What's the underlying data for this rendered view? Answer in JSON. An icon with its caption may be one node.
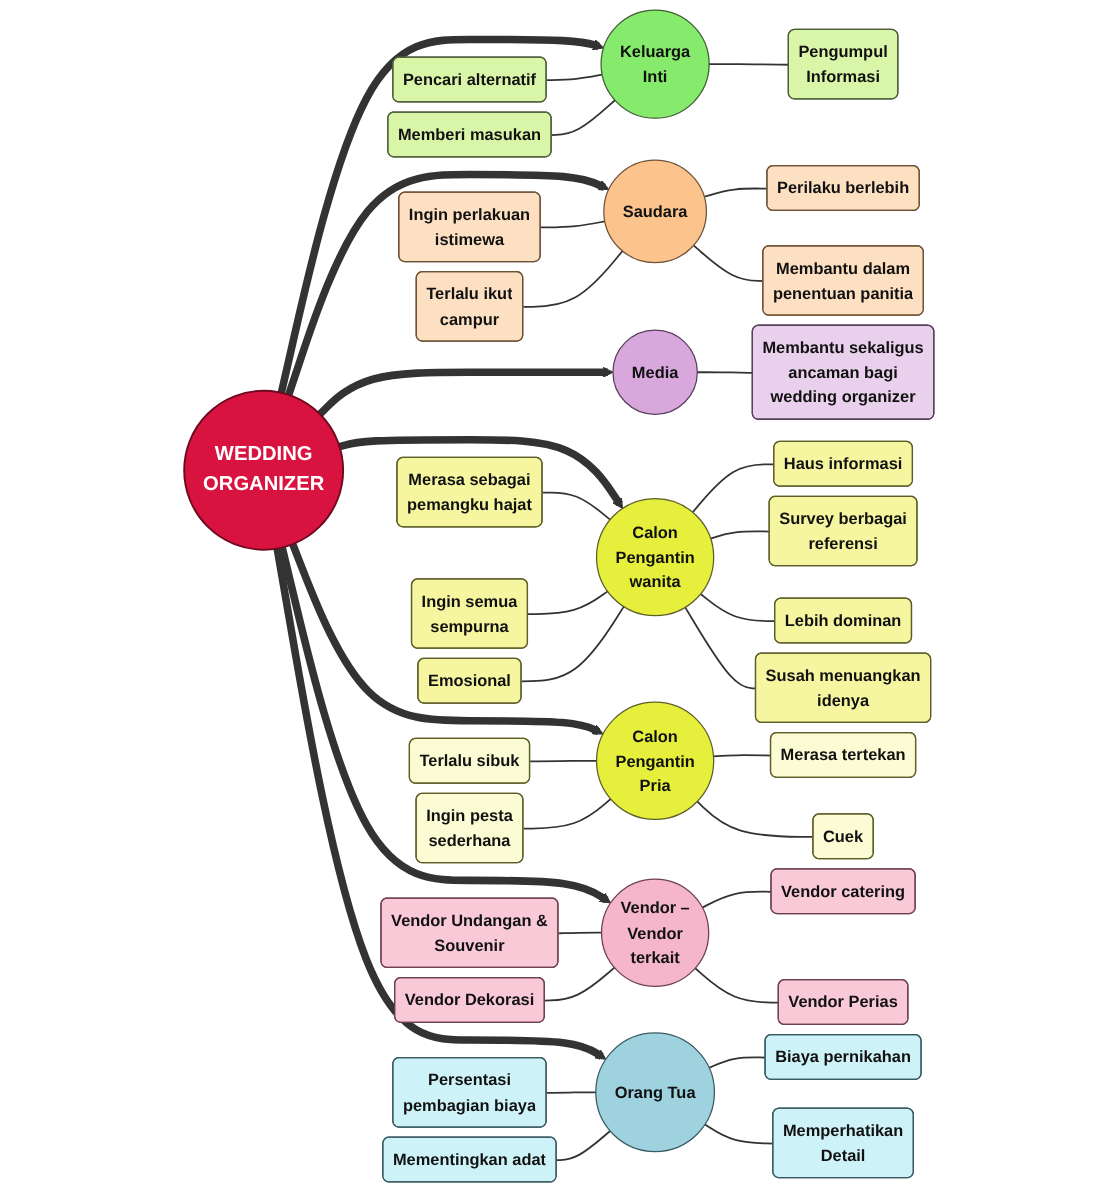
{
  "diagram": {
    "nodes": [
      {
        "text": [
          "WEDDING ORGANIZER"
        ]
      },
      {
        "text": [
          "Keluarga Inti"
        ]
      },
      {
        "text": [
          "Pencari alternatif"
        ]
      },
      {
        "text": [
          "Memberi masukan"
        ]
      },
      {
        "text": [
          "Pengumpul Informasi"
        ]
      },
      {
        "text": [
          "Saudara"
        ]
      },
      {
        "text": [
          "Ingin perlakuan istimewa"
        ]
      },
      {
        "text": [
          "Terlalu ikut campur"
        ]
      },
      {
        "text": [
          "Perilaku berlebih"
        ]
      },
      {
        "text": [
          "Membantu dalam penentuan panitia"
        ]
      },
      {
        "text": [
          "Media"
        ]
      },
      {
        "text": [
          "Membantu sekaligus ancaman bagi wedding organizer"
        ]
      },
      {
        "text": [
          "Calon Pengantin wanita"
        ]
      },
      {
        "text": [
          "Haus informasi"
        ]
      },
      {
        "text": [
          "Survey berbagai referensi"
        ]
      },
      {
        "text": [
          "Lebih dominan"
        ]
      },
      {
        "text": [
          "Susah menuangkan idenya"
        ]
      },
      {
        "text": [
          "Merasa sebagai pemangku hajat"
        ]
      },
      {
        "text": [
          "Ingin semua sempurna"
        ]
      },
      {
        "text": [
          "Emosional"
        ]
      },
      {
        "text": [
          "Calon Pengantin Pria"
        ]
      },
      {
        "text": [
          "Terlalu sibuk"
        ]
      },
      {
        "text": [
          "Ingin pesta sederhana"
        ]
      },
      {
        "text": [
          "Merasa tertekan"
        ]
      },
      {
        "text": [
          "Cuek"
        ]
      },
      {
        "text": [
          "Vendor – Vendor terkait"
        ]
      },
      {
        "text": [
          "Vendor Undangan & Souvenir"
        ]
      },
      {
        "text": [
          "Vendor Dekorasi"
        ]
      },
      {
        "text": [
          "Vendor catering"
        ]
      },
      {
        "text": [
          "Vendor Perias"
        ]
      },
      {
        "text": [
          "Orang Tua"
        ]
      },
      {
        "text": [
          "Persentasi pembagian biaya"
        ]
      },
      {
        "text": [
          "Mementingkan adat"
        ]
      },
      {
        "text": [
          "Biaya pernikahan"
        ]
      },
      {
        "text": [
          "Memperhatikan Detail"
        ]
      }
    ],
    "edges": [
      {
        "from": 0,
        "to": 1,
        "arrow": "to",
        "style": "thick"
      },
      {
        "from": 2,
        "to": 1,
        "arrow": "none"
      },
      {
        "from": 3,
        "to": 1,
        "arrow": "none"
      },
      {
        "from": 1,
        "to": 4,
        "arrow": "none"
      },
      {
        "from": 0,
        "to": 5,
        "arrow": "to",
        "style": "thick"
      },
      {
        "from": 6,
        "to": 5,
        "arrow": "none"
      },
      {
        "from": 7,
        "to": 5,
        "arrow": "none"
      },
      {
        "from": 5,
        "to": 8,
        "arrow": "none"
      },
      {
        "from": 5,
        "to": 9,
        "arrow": "none"
      },
      {
        "from": 0,
        "to": 10,
        "arrow": "to",
        "style": "thick"
      },
      {
        "from": 10,
        "to": 11,
        "arrow": "none"
      },
      {
        "from": 0,
        "to": 12,
        "arrow": "to",
        "style": "thick"
      },
      {
        "from": 12,
        "to": 13,
        "arrow": "none"
      },
      {
        "from": 12,
        "to": 14,
        "arrow": "none"
      },
      {
        "from": 12,
        "to": 15,
        "arrow": "none"
      },
      {
        "from": 12,
        "to": 16,
        "arrow": "none"
      },
      {
        "from": 17,
        "to": 12,
        "arrow": "none"
      },
      {
        "from": 18,
        "to": 12,
        "arrow": "none"
      },
      {
        "from": 19,
        "to": 12,
        "arrow": "none"
      },
      {
        "from": 0,
        "to": 20,
        "arrow": "to",
        "style": "thick"
      },
      {
        "from": 21,
        "to": 20,
        "arrow": "none"
      },
      {
        "from": 22,
        "to": 20,
        "arrow": "none"
      },
      {
        "from": 20,
        "to": 23,
        "arrow": "none"
      },
      {
        "from": 20,
        "to": 24,
        "arrow": "none"
      },
      {
        "from": 0,
        "to": 25,
        "arrow": "to",
        "style": "thick"
      },
      {
        "from": 26,
        "to": 25,
        "arrow": "none"
      },
      {
        "from": 27,
        "to": 25,
        "arrow": "none"
      },
      {
        "from": 25,
        "to": 28,
        "arrow": "none"
      },
      {
        "from": 25,
        "to": 29,
        "arrow": "none"
      },
      {
        "from": 0,
        "to": 30,
        "arrow": "to",
        "style": "thick"
      },
      {
        "from": 31,
        "to": 30,
        "arrow": "none"
      },
      {
        "from": 32,
        "to": 30,
        "arrow": "none"
      },
      {
        "from": 30,
        "to": 33,
        "arrow": "none"
      },
      {
        "from": 30,
        "to": 34,
        "arrow": "none"
      }
    ]
  }
}
